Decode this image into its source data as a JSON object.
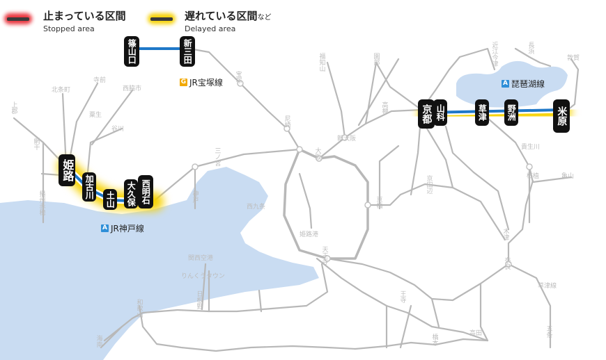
{
  "legend": {
    "stopped_ja": "止まっている区間",
    "stopped_en": "Stopped area",
    "delayed_ja": "遅れている区間",
    "delayed_suffix": "など",
    "delayed_en": "Delayed area"
  },
  "lines": {
    "takarazuka": {
      "badge": "G",
      "label": "JR宝塚線",
      "color": "#f2a900"
    },
    "kobe": {
      "badge": "A",
      "label": "JR神戸線",
      "color": "#2f8fd8"
    },
    "biwako": {
      "badge": "A",
      "label": "琵琶湖線",
      "color": "#2f8fd8"
    }
  },
  "stations": {
    "sasayamaguchi": "篠山口",
    "shinsanda": "新三田",
    "himeji": "姫路",
    "kakogawa": "加古川",
    "doyama": "土山",
    "okubo": "大久保",
    "nishiakashi": "西明石",
    "kyoto": "京都",
    "yamashina": "山科",
    "kusatsu": "草津",
    "yasu": "野洲",
    "maibara": "米原"
  },
  "colors": {
    "stopped": "#e8202a",
    "delayed": "#f7d200",
    "track": "#b8b8b8",
    "sea": "#c9dcf2",
    "segment": "#1f78c8",
    "station_bg": "#111111"
  },
  "faded_labels": {
    "f_kamigori": "上郡",
    "f_banshuako": "播州赤穂",
    "f_teramae": "寺前",
    "f_nishiwakishi": "西脇市",
    "f_hojo": "北条町",
    "f_kasai": "谷川",
    "f_aboshi": "網干",
    "f_himejiko": "姫路港",
    "f_kanzaki": "粟生",
    "f_osaka": "大阪",
    "f_shinosaka": "新大阪",
    "f_tennoji": "天王寺",
    "f_kyobashi": "京橋",
    "f_nishikujo": "西九条",
    "f_kansaiairport": "関西空港",
    "f_rinku": "りんくうタウン",
    "f_hineno": "日根野",
    "f_wakayama": "和歌山",
    "f_nara": "奈良",
    "f_kizu": "木津",
    "f_kameyama": "亀山",
    "f_tsuge": "柘植",
    "f_kibukawa": "貴生川",
    "f_kusatsuline": "草津線",
    "f_omiimaizu": "近江今津",
    "f_nagahama": "長浜",
    "f_tsuruga": "敦賀",
    "f_sonobe": "園部",
    "f_fukuchiyama": "福知山",
    "f_takatsuki": "高槻",
    "f_kobe": "神戸",
    "f_sannomiya": "三ノ宮",
    "f_amagasaki": "尼崎",
    "f_takarazuka": "宝塚",
    "f_kyotanabe": "京田辺",
    "f_oji": "王寺",
    "f_takada": "高田",
    "f_gojo": "五条",
    "f_hashimoto": "橋本",
    "f_kainan": "海南"
  }
}
